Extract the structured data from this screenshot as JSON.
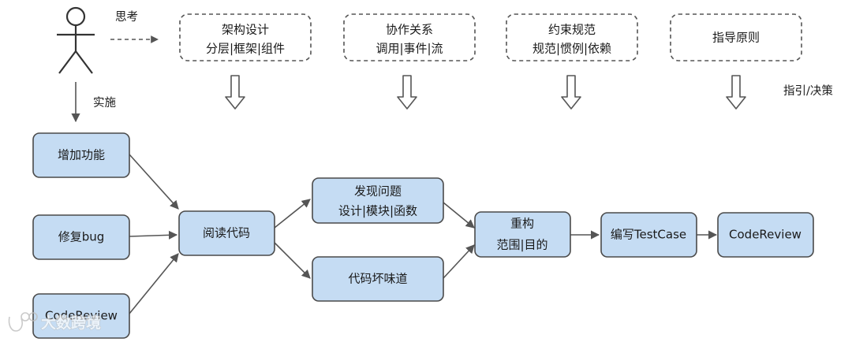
{
  "actor": {
    "think_label": "思考",
    "implement_label": "实施"
  },
  "guidance": {
    "architecture": {
      "line1": "架构设计",
      "line2": "分层|框架|组件"
    },
    "collaboration": {
      "line1": "协作关系",
      "line2": "调用|事件|流"
    },
    "constraints": {
      "line1": "约束规范",
      "line2": "规范|惯例|依赖"
    },
    "principles": {
      "line1": "指导原则"
    },
    "guide_label": "指引/决策"
  },
  "flow": {
    "add_feature": "增加功能",
    "fix_bug": "修复bug",
    "code_review_in": "CodeReview",
    "read_code": "阅读代码",
    "find_problem": {
      "line1": "发现问题",
      "line2": "设计|模块|函数"
    },
    "code_smell": "代码坏味道",
    "refactor": {
      "line1": "重构",
      "line2": "范围|目的"
    },
    "write_testcase": "编写TestCase",
    "code_review_out": "CodeReview"
  },
  "watermark": {
    "text": "大数跨境"
  },
  "colors": {
    "box_fill": "#c5dcf3",
    "box_stroke": "#4a4a4a",
    "dashed_stroke": "#555555",
    "arrow": "#555555",
    "actor": "#333333"
  }
}
